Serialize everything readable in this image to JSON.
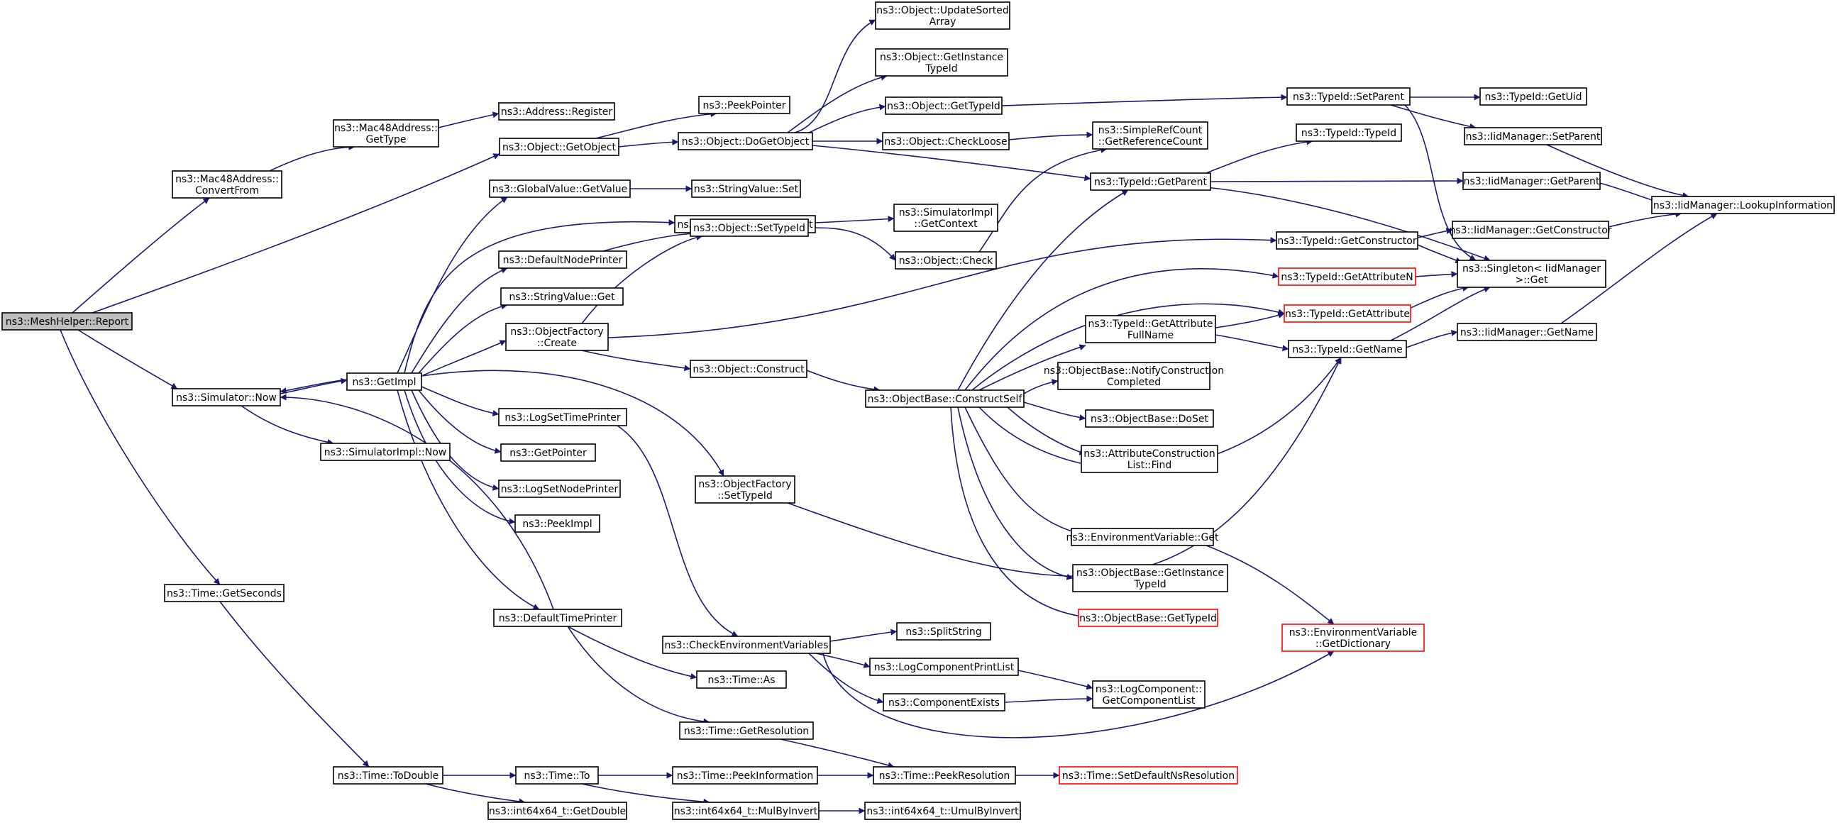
{
  "colors": {
    "edge": "#191970",
    "node_border": "#000000",
    "node_border_truncated": "#ff0000",
    "root_fill": "#bfbfbf",
    "node_fill": "#ffffff"
  },
  "nodes": [
    {
      "id": "report",
      "lines": [
        "ns3::MeshHelper::Report"
      ],
      "style": "root"
    },
    {
      "id": "mac48cf",
      "lines": [
        "ns3::Mac48Address::",
        "ConvertFrom"
      ]
    },
    {
      "id": "mac48gt",
      "lines": [
        "ns3::Mac48Address::",
        "GetType"
      ]
    },
    {
      "id": "addrreg",
      "lines": [
        "ns3::Address::Register"
      ]
    },
    {
      "id": "objgetobj",
      "lines": [
        "ns3::Object::GetObject"
      ]
    },
    {
      "id": "peekptr",
      "lines": [
        "ns3::PeekPointer"
      ]
    },
    {
      "id": "dogetobj",
      "lines": [
        "ns3::Object::DoGetObject"
      ]
    },
    {
      "id": "updsorted",
      "lines": [
        "ns3::Object::UpdateSorted",
        "Array"
      ]
    },
    {
      "id": "getinsttid",
      "lines": [
        "ns3::Object::GetInstance",
        "TypeId"
      ]
    },
    {
      "id": "objgettid",
      "lines": [
        "ns3::Object::GetTypeId"
      ]
    },
    {
      "id": "checkloose",
      "lines": [
        "ns3::Object::CheckLoose"
      ]
    },
    {
      "id": "setparent",
      "lines": [
        "ns3::TypeId::SetParent"
      ]
    },
    {
      "id": "getuid",
      "lines": [
        "ns3::TypeId::GetUid"
      ]
    },
    {
      "id": "iidsetparent",
      "lines": [
        "ns3::IidManager::SetParent"
      ]
    },
    {
      "id": "refcount",
      "lines": [
        "ns3::SimpleRefCount",
        "::GetReferenceCount"
      ]
    },
    {
      "id": "typeidctor",
      "lines": [
        "ns3::TypeId::TypeId"
      ]
    },
    {
      "id": "getparent",
      "lines": [
        "ns3::TypeId::GetParent"
      ]
    },
    {
      "id": "iidgetparent",
      "lines": [
        "ns3::IidManager::GetParent"
      ]
    },
    {
      "id": "lookupinfo",
      "lines": [
        "ns3::IidManager::LookupInformation"
      ]
    },
    {
      "id": "gvgetvalue",
      "lines": [
        "ns3::GlobalValue::GetValue"
      ]
    },
    {
      "id": "svset",
      "lines": [
        "ns3::StringValue::Set"
      ]
    },
    {
      "id": "simgetctx",
      "lines": [
        "ns3::Simulator::GetContext"
      ]
    },
    {
      "id": "simimplgetctx",
      "lines": [
        "ns3::SimulatorImpl",
        "::GetContext"
      ]
    },
    {
      "id": "defnodeprinter",
      "lines": [
        "ns3::DefaultNodePrinter"
      ]
    },
    {
      "id": "svget",
      "lines": [
        "ns3::StringValue::Get"
      ]
    },
    {
      "id": "objsettid",
      "lines": [
        "ns3::Object::SetTypeId"
      ]
    },
    {
      "id": "objcheck",
      "lines": [
        "ns3::Object::Check"
      ]
    },
    {
      "id": "getctor",
      "lines": [
        "ns3::TypeId::GetConstructor"
      ]
    },
    {
      "id": "iidgetctor",
      "lines": [
        "ns3::IidManager::GetConstructor"
      ]
    },
    {
      "id": "getattrn",
      "lines": [
        "ns3::TypeId::GetAttributeN"
      ],
      "style": "trunc"
    },
    {
      "id": "singleton",
      "lines": [
        "ns3::Singleton< IidManager",
        ">::Get"
      ]
    },
    {
      "id": "ofcreate",
      "lines": [
        "ns3::ObjectFactory",
        "::Create"
      ]
    },
    {
      "id": "getattrfull",
      "lines": [
        "ns3::TypeId::GetAttribute",
        "FullName"
      ]
    },
    {
      "id": "getattr",
      "lines": [
        "ns3::TypeId::GetAttribute"
      ],
      "style": "trunc"
    },
    {
      "id": "getname",
      "lines": [
        "ns3::TypeId::GetName"
      ]
    },
    {
      "id": "iidgetname",
      "lines": [
        "ns3::IidManager::GetName"
      ]
    },
    {
      "id": "simnow",
      "lines": [
        "ns3::Simulator::Now"
      ]
    },
    {
      "id": "getimpl",
      "lines": [
        "ns3::GetImpl"
      ]
    },
    {
      "id": "objconstruct",
      "lines": [
        "ns3::Object::Construct"
      ]
    },
    {
      "id": "constructself",
      "lines": [
        "ns3::ObjectBase::ConstructSelf"
      ]
    },
    {
      "id": "notifyctor",
      "lines": [
        "ns3::ObjectBase::NotifyConstruction",
        "Completed"
      ]
    },
    {
      "id": "simimplnow",
      "lines": [
        "ns3::SimulatorImpl::Now"
      ]
    },
    {
      "id": "logsettime",
      "lines": [
        "ns3::LogSetTimePrinter"
      ]
    },
    {
      "id": "getpointer",
      "lines": [
        "ns3::GetPointer"
      ]
    },
    {
      "id": "doset",
      "lines": [
        "ns3::ObjectBase::DoSet"
      ]
    },
    {
      "id": "attrfind",
      "lines": [
        "ns3::AttributeConstruction",
        "List::Find"
      ]
    },
    {
      "id": "logsetnode",
      "lines": [
        "ns3::LogSetNodePrinter"
      ]
    },
    {
      "id": "ofsettid",
      "lines": [
        "ns3::ObjectFactory",
        "::SetTypeId"
      ]
    },
    {
      "id": "peekimpl",
      "lines": [
        "ns3::PeekImpl"
      ]
    },
    {
      "id": "envget",
      "lines": [
        "ns3::EnvironmentVariable::Get"
      ]
    },
    {
      "id": "obgetinsttid",
      "lines": [
        "ns3::ObjectBase::GetInstance",
        "TypeId"
      ]
    },
    {
      "id": "timegetsec",
      "lines": [
        "ns3::Time::GetSeconds"
      ]
    },
    {
      "id": "obgettid",
      "lines": [
        "ns3::ObjectBase::GetTypeId"
      ],
      "style": "trunc"
    },
    {
      "id": "deftimeprinter",
      "lines": [
        "ns3::DefaultTimePrinter"
      ]
    },
    {
      "id": "envdict",
      "lines": [
        "ns3::EnvironmentVariable",
        "::GetDictionary"
      ],
      "style": "trunc"
    },
    {
      "id": "checkenv",
      "lines": [
        "ns3::CheckEnvironmentVariables"
      ]
    },
    {
      "id": "splitstring",
      "lines": [
        "ns3::SplitString"
      ]
    },
    {
      "id": "logcompprint",
      "lines": [
        "ns3::LogComponentPrintList"
      ]
    },
    {
      "id": "timeas",
      "lines": [
        "ns3::Time::As"
      ]
    },
    {
      "id": "compexists",
      "lines": [
        "ns3::ComponentExists"
      ]
    },
    {
      "id": "logcompget",
      "lines": [
        "ns3::LogComponent::",
        "GetComponentList"
      ]
    },
    {
      "id": "timegetres",
      "lines": [
        "ns3::Time::GetResolution"
      ]
    },
    {
      "id": "timetodouble",
      "lines": [
        "ns3::Time::ToDouble"
      ]
    },
    {
      "id": "timeto",
      "lines": [
        "ns3::Time::To"
      ]
    },
    {
      "id": "timepeekinfo",
      "lines": [
        "ns3::Time::PeekInformation"
      ]
    },
    {
      "id": "timepeekres",
      "lines": [
        "ns3::Time::PeekResolution"
      ]
    },
    {
      "id": "setdefres",
      "lines": [
        "ns3::Time::SetDefaultNsResolution"
      ],
      "style": "trunc"
    },
    {
      "id": "i64getdouble",
      "lines": [
        "ns3::int64x64_t::GetDouble"
      ]
    },
    {
      "id": "i64mulbyinv",
      "lines": [
        "ns3::int64x64_t::MulByInvert"
      ]
    },
    {
      "id": "i64umulbyinv",
      "lines": [
        "ns3::int64x64_t::UmulByInvert"
      ]
    }
  ]
}
